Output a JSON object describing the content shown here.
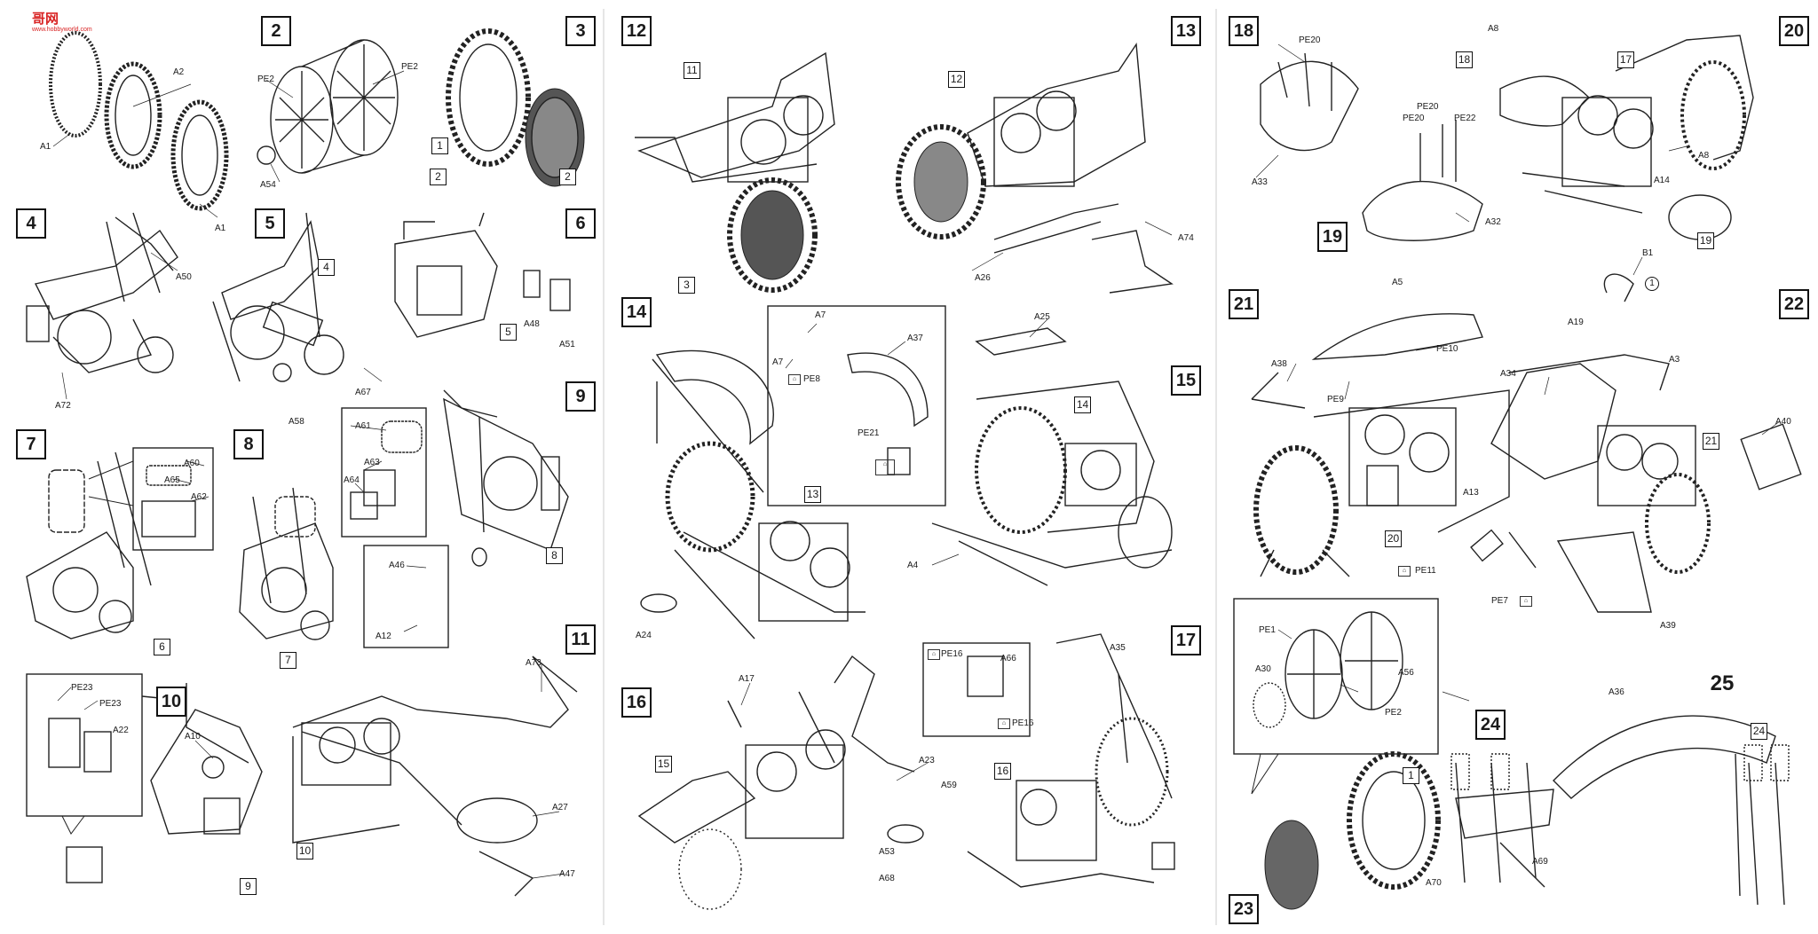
{
  "watermark": {
    "main": "哥网",
    "sub": "www.hobbyworld.com"
  },
  "steps": [
    "2",
    "3",
    "4",
    "5",
    "6",
    "7",
    "8",
    "9",
    "10",
    "11",
    "12",
    "13",
    "14",
    "15",
    "16",
    "17",
    "18",
    "19",
    "20",
    "21",
    "22",
    "23",
    "24",
    "25"
  ],
  "labels": {
    "a1a": "A1",
    "a2": "A2",
    "a1b": "A1",
    "pe2a": "PE2",
    "pe2b": "PE2",
    "a54": "A54",
    "a50": "A50",
    "a72": "A72",
    "a67": "A67",
    "a58": "A58",
    "a48": "A48",
    "a51": "A51",
    "a60": "A60",
    "a65": "A65",
    "a62": "A62",
    "a61": "A61",
    "a63": "A63",
    "a64": "A64",
    "a46": "A46",
    "a12": "A12",
    "pe23a": "PE23",
    "pe23b": "PE23",
    "a22": "A22",
    "a10": "A10",
    "a73": "A73",
    "a27": "A27",
    "a47": "A47",
    "a74": "A74",
    "a26": "A26",
    "a7a": "A7",
    "a7b": "A7",
    "pe8": "PE8",
    "a37": "A37",
    "pe21": "PE21",
    "a24": "A24",
    "a25": "A25",
    "a4": "A4",
    "a17": "A17",
    "a23": "A23",
    "a59": "A59",
    "a53": "A53",
    "a68": "A68",
    "pe16a": "PE16",
    "a66": "A66",
    "pe16b": "PE16",
    "a35": "A35",
    "pe20a": "PE20",
    "a33": "A33",
    "a8a": "A8",
    "pe20b": "PE20",
    "pe20c": "PE20",
    "pe22": "PE22",
    "a32": "A32",
    "a8b": "A8",
    "a14": "A14",
    "a5": "A5",
    "pe10": "PE10",
    "a38": "A38",
    "pe9": "PE9",
    "a13": "A13",
    "pe11": "PE11",
    "pe7": "PE7",
    "b1": "B1",
    "a19": "A19",
    "a3": "A3",
    "a34": "A34",
    "a40": "A40",
    "a39": "A39",
    "pe1": "PE1",
    "a30": "A30",
    "a56": "A56",
    "pe2c": "PE2",
    "a70": "A70",
    "a69": "A69",
    "a36": "A36"
  },
  "refs": {
    "r1": "1",
    "r2": "2",
    "r3": "3",
    "r4": "4",
    "r5": "5",
    "r6": "6",
    "r7": "7",
    "r8": "8",
    "r9": "9",
    "r10": "10",
    "r11": "11",
    "r12": "12",
    "r13": "13",
    "r14": "14",
    "r15": "15",
    "r16": "16",
    "r17": "17",
    "r18": "18",
    "r19": "19",
    "r20": "20",
    "r21": "21",
    "r1b": "1",
    "r24": "24",
    "circle1": "1"
  }
}
